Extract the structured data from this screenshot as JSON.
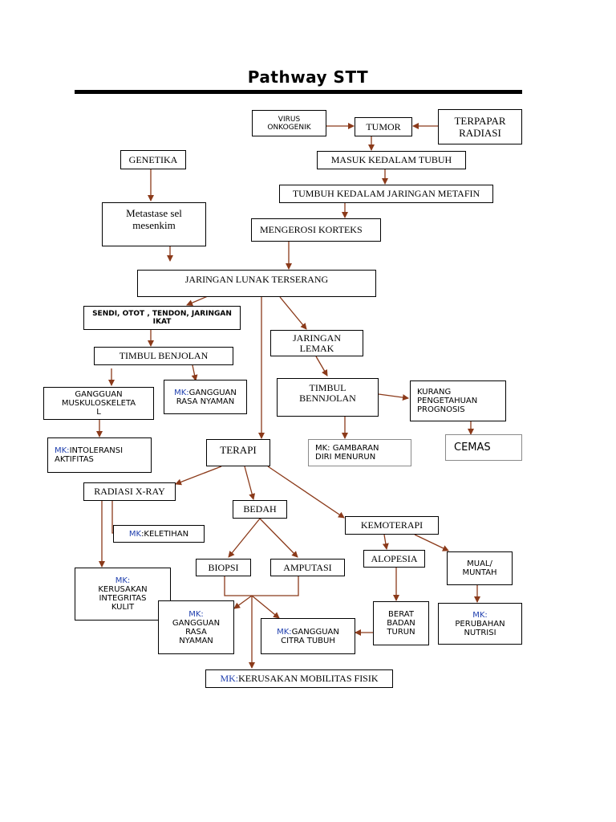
{
  "title": "Pathway STT",
  "colors": {
    "arrow": "#8b3a1a",
    "mk_prefix": "#1f3fae",
    "box_border": "#000000"
  },
  "nodes": {
    "virus": "VIRUS\nONKOGENIK",
    "tumor": "TUMOR",
    "radiasi_source": "TERPAPAR\nRADIASI",
    "genetika": "GENETIKA",
    "masuk": "MASUK KEDALAM TUBUH",
    "tumbuh": "TUMBUH KEDALAM JARINGAN METAFIN",
    "metastase": "Metastase sel\nmesenkim",
    "mengerosi": "MENGEROSI KORTEKS",
    "jaringan_lunak": "JARINGAN LUNAK TERSERANG",
    "sendi": "SENDI, OTOT , TENDON, JARINGAN\nIKAT",
    "jaringan_lemak": "JARINGAN\nLEMAK",
    "timbul_benjolan": "TIMBUL BENJOLAN",
    "mk_rasa_nyaman_1": {
      "prefix": "MK:",
      "text": "GANGGUAN\nRASA NYAMAN"
    },
    "timbul_bennjolan": "TIMBUL\nBENNJOLAN",
    "kurang": "KURANG\nPENGETAHUAN\nPROGNOSIS",
    "gangguan_musk": "GANGGUAN\nMUSKULOSKELETA\nL",
    "mk_intoleransi": {
      "prefix": "MK:",
      "text": "INTOLERANSI\nAKTIFITAS"
    },
    "terapi": "TERAPI",
    "mk_gambaran": "MK: GAMBARAN\nDIRI MENURUN",
    "cemas": "CEMAS",
    "radiasi_xray": "RADIASI X-RAY",
    "bedah": "BEDAH",
    "kemoterapi": "KEMOTERAPI",
    "mk_keletihan": {
      "prefix": "MK",
      "text": ":KELETIHAN"
    },
    "alopesia": "ALOPESIA",
    "mual": "MUAL/\nMUNTAH",
    "biopsi": "BIOPSI",
    "amputasi": "AMPUTASI",
    "mk_kerusakan_kulit": {
      "prefix": "MK:",
      "text": "KERUSAKAN\nINTEGRITAS\nKULIT"
    },
    "mk_rasa_nyaman_2": {
      "prefix": "MK:",
      "text": "GANGGUAN\nRASA\nNYAMAN"
    },
    "mk_citra": {
      "prefix": "MK:",
      "text": "GANGGUAN\nCITRA TUBUH"
    },
    "berat_badan": "BERAT\nBADAN\nTURUN",
    "mk_nutrisi": {
      "prefix": "MK:",
      "text": "PERUBAHAN\nNUTRISI"
    },
    "mk_mobilitas": {
      "prefix": "MK:",
      "text": "KERUSAKAN MOBILITAS FISIK"
    }
  }
}
